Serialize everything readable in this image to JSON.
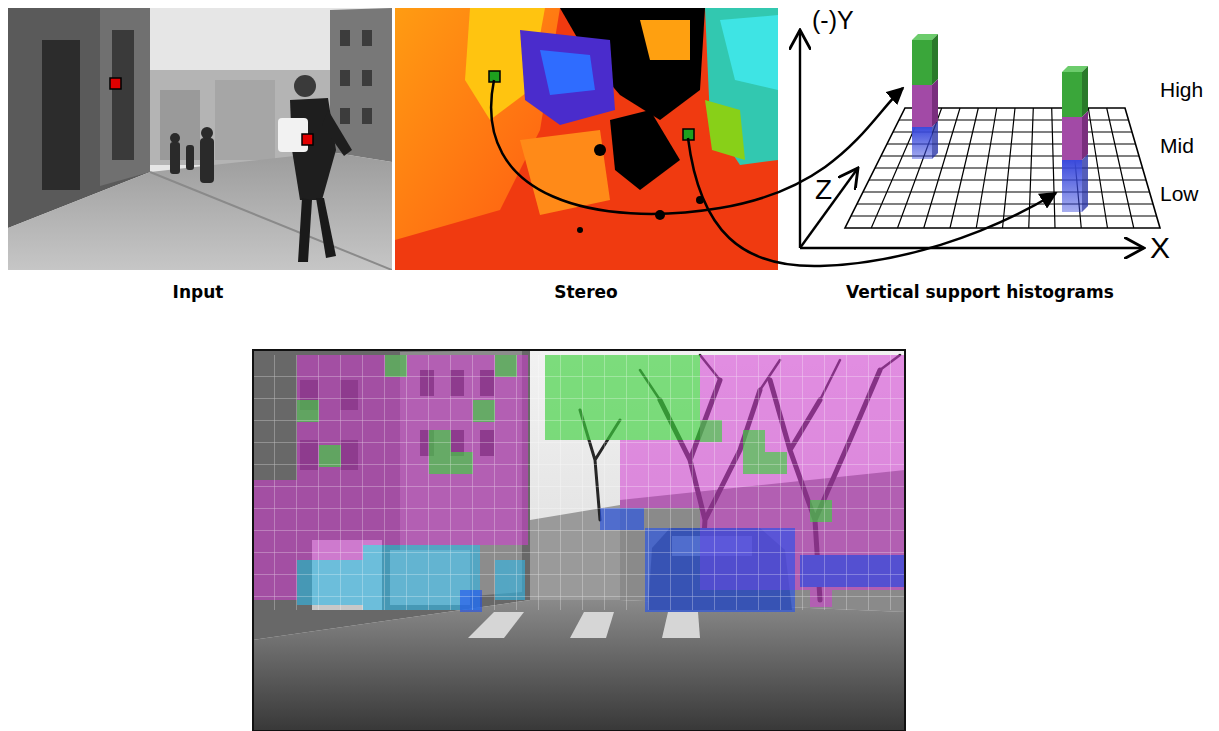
{
  "diagram": {
    "labels": [
      "Input",
      "Stereo",
      "Vertical support histograms",
      "(-)Y",
      "Z",
      "X",
      "High",
      "Mid",
      "Low"
    ]
  }
}
